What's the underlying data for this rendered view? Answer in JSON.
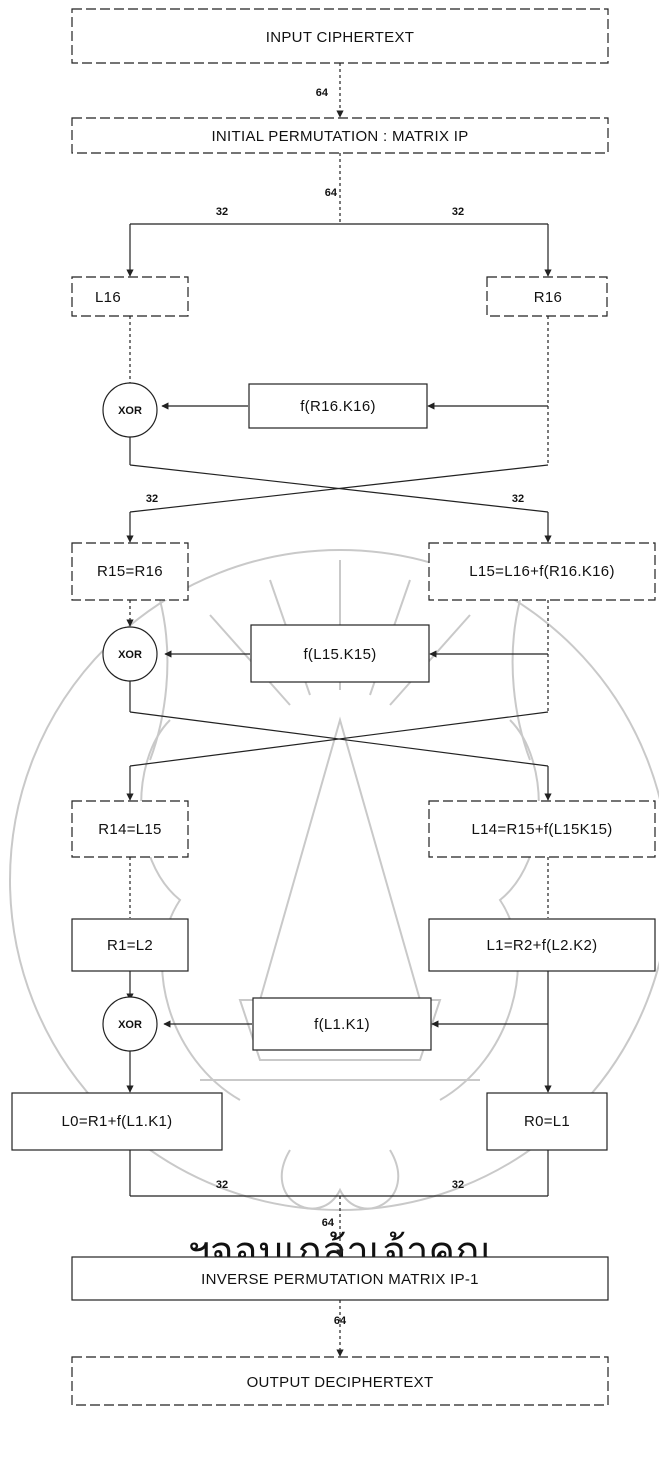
{
  "boxes": {
    "input": "INPUT CIPHERTEXT",
    "ip": "INITIAL PERMUTATION : MATRIX IP",
    "l16": "L16",
    "r16": "R16",
    "f_r16": "f(R16.K16)",
    "r15": "R15=R16",
    "l15": "L15=L16+f(R16.K16)",
    "f_l15": "f(L15.K15)",
    "r14": "R14=L15",
    "l14": "L14=R15+f(L15K15)",
    "r1": "R1=L2",
    "l1": "L1=R2+f(L2.K2)",
    "f_l1": "f(L1.K1)",
    "l0": "L0=R1+f(L1.K1)",
    "r0": "R0=L1",
    "ip_inv": "INVERSE PERMUTATION MATRIX IP-1",
    "output": "OUTPUT DECIPHERTEXT"
  },
  "xor_label": "XOR",
  "bits": {
    "b64": "64",
    "b32": "32"
  },
  "watermark": {
    "arc_text": "ฯจอมเกล้าเจ้าคุณ"
  }
}
